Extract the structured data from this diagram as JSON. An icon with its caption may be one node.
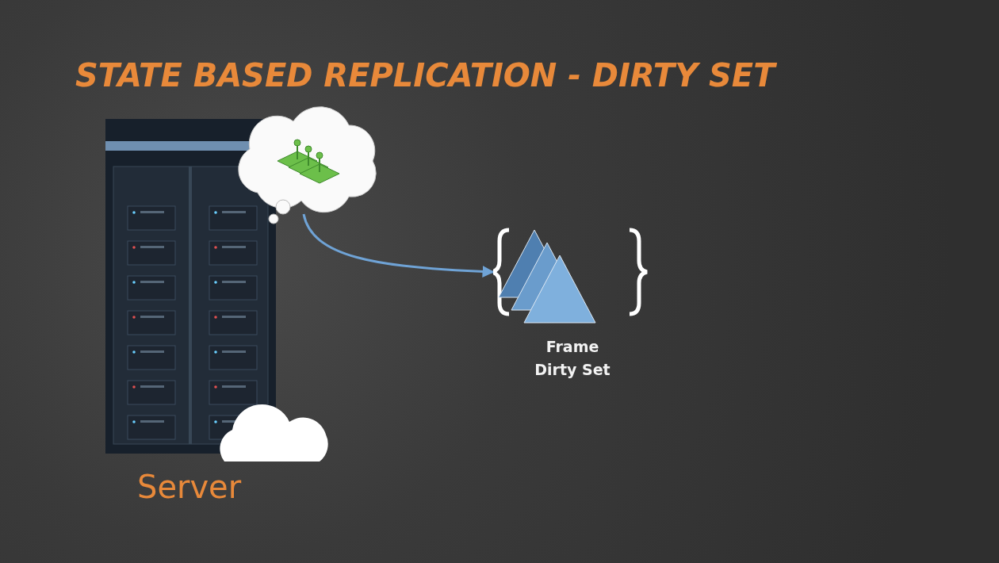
{
  "diagram": {
    "title": "STATE BASED REPLICATION - DIRTY SET",
    "nodes": [
      {
        "text": [
          "Server"
        ]
      },
      {
        "text": [],
        "shape": "cloud"
      },
      {
        "text": [
          "Frame Dirty Set"
        ]
      }
    ],
    "edges": [
      {
        "from": 1,
        "to": 2,
        "arrow": "to"
      }
    ]
  }
}
